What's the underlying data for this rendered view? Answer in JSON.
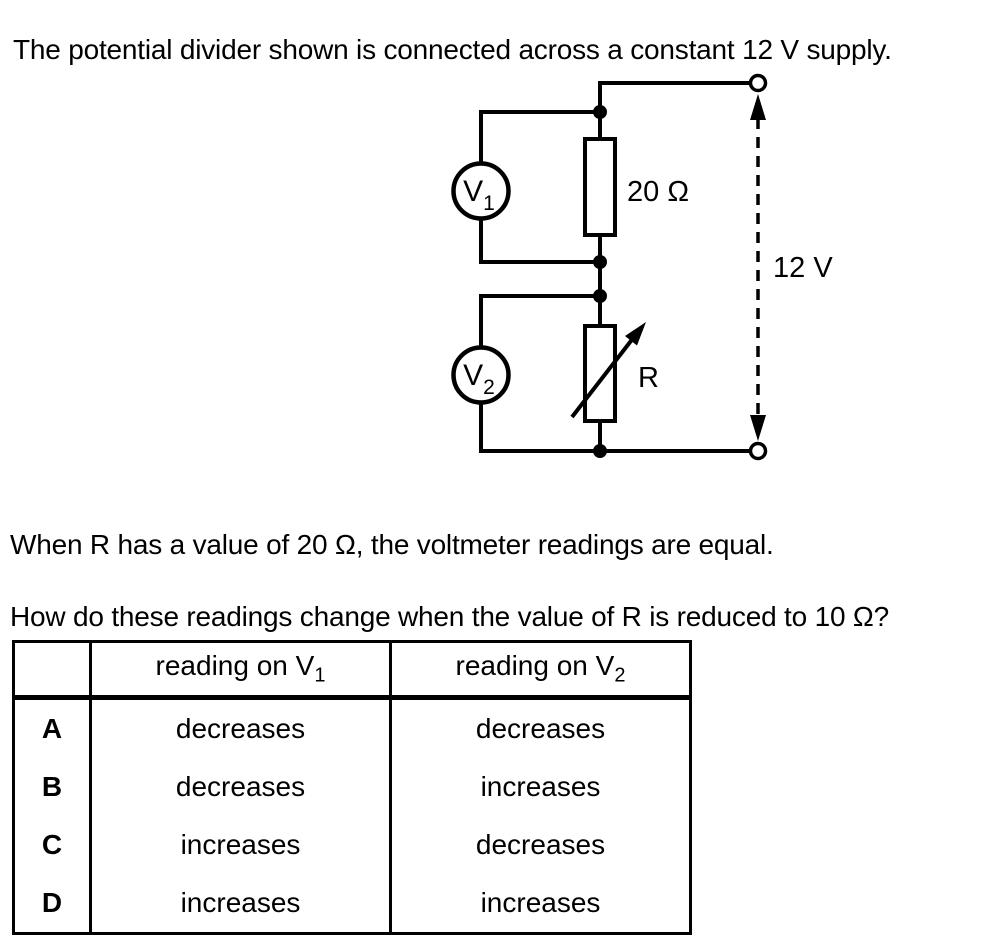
{
  "colors": {
    "ink": "#000000",
    "background": "#ffffff"
  },
  "question": {
    "intro": "The potential divider shown is connected across a constant 12 V supply.",
    "condition": "When R has a value of 20 Ω, the voltmeter readings are equal.",
    "prompt": "How do these readings change when the value of R is reduced to 10 Ω?"
  },
  "circuit": {
    "fixed_resistor_label": "20 Ω",
    "variable_resistor_label": "R",
    "supply_label": "12 V",
    "voltmeter1": {
      "letter": "V",
      "sub": "1"
    },
    "voltmeter2": {
      "letter": "V",
      "sub": "2"
    }
  },
  "table": {
    "header": {
      "col1_text": "reading on V",
      "col1_sub": "1",
      "col2_text": "reading on V",
      "col2_sub": "2"
    },
    "rows": [
      {
        "option": "A",
        "v1": "decreases",
        "v2": "decreases"
      },
      {
        "option": "B",
        "v1": "decreases",
        "v2": "increases"
      },
      {
        "option": "C",
        "v1": "increases",
        "v2": "decreases"
      },
      {
        "option": "D",
        "v1": "increases",
        "v2": "increases"
      }
    ]
  }
}
